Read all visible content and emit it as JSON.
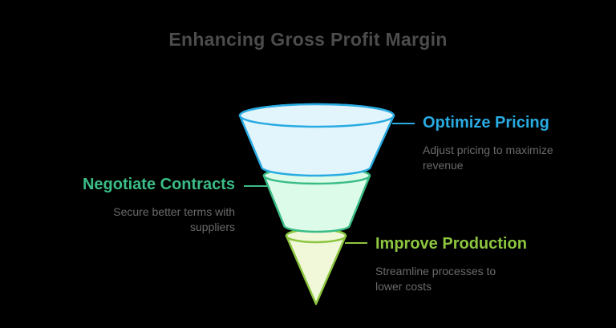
{
  "background": "#000000",
  "title": {
    "text": "Enhancing Gross Profit Margin",
    "color": "#4c4c4c"
  },
  "description_color": "#6a6a6a",
  "stages": [
    {
      "label": "Optimize Pricing",
      "description": "Adjust pricing to maximize revenue",
      "accent": "#29abe2",
      "fill": "#e3f5fc",
      "label_side": "right"
    },
    {
      "label": "Negotiate Contracts",
      "description": "Secure better terms with suppliers",
      "accent": "#3bbc85",
      "fill": "#ddfbe9",
      "label_side": "left"
    },
    {
      "label": "Improve Production",
      "description": "Streamline processes to lower costs",
      "accent": "#8dc63f",
      "fill": "#f1f8da",
      "label_side": "right"
    }
  ]
}
